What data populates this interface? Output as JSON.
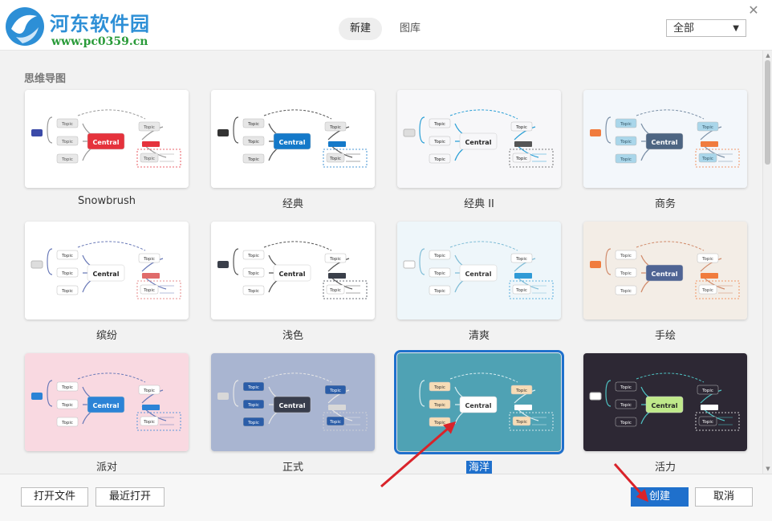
{
  "watermark": {
    "title": "河东软件园",
    "url": "www.pc0359.cn"
  },
  "header": {
    "tabs": [
      {
        "label": "新建",
        "active": true
      },
      {
        "label": "图库",
        "active": false
      }
    ],
    "filter": {
      "selected": "全部"
    }
  },
  "section": {
    "title": "思维导图"
  },
  "templates": [
    {
      "label": "Snowbrush",
      "selected": false
    },
    {
      "label": "经典",
      "selected": false
    },
    {
      "label": "经典 II",
      "selected": false
    },
    {
      "label": "商务",
      "selected": false
    },
    {
      "label": "缤纷",
      "selected": false
    },
    {
      "label": "浅色",
      "selected": false
    },
    {
      "label": "清爽",
      "selected": false
    },
    {
      "label": "手绘",
      "selected": false
    },
    {
      "label": "派对",
      "selected": false
    },
    {
      "label": "正式",
      "selected": false
    },
    {
      "label": "海洋",
      "selected": true
    },
    {
      "label": "活力",
      "selected": false
    }
  ],
  "thumb_text": {
    "central": "Central",
    "topic": "Topic"
  },
  "thumb_styles": [
    {
      "bg": "#ffffff",
      "central_fill": "#e5323c",
      "central_text": "#ffffff",
      "topic_fill": "#e8e8e8",
      "topic_text": "#555555",
      "line": "#999999",
      "accent": "#e5323c",
      "dot": "#3b4aa8"
    },
    {
      "bg": "#ffffff",
      "central_fill": "#1479c9",
      "central_text": "#ffffff",
      "topic_fill": "#e6e6e6",
      "topic_text": "#333333",
      "line": "#555555",
      "accent": "#1479c9",
      "dot": "#333333"
    },
    {
      "bg": "#f7f7f9",
      "central_fill": "#f7f7f9",
      "central_text": "#222222",
      "topic_fill": "#f7f7f9",
      "topic_text": "#222222",
      "line": "#2a9fd6",
      "accent": "#555555",
      "dot": "#dddddd"
    },
    {
      "bg": "#f3f7fb",
      "central_fill": "#4d6582",
      "central_text": "#ffffff",
      "topic_fill": "#a9d6ea",
      "topic_text": "#335566",
      "line": "#7a8fa6",
      "accent": "#f07c3e",
      "dot": "#f07c3e"
    },
    {
      "bg": "#ffffff",
      "central_fill": "#ffffff",
      "central_text": "#222222",
      "topic_fill": "#ffffff",
      "topic_text": "#333333",
      "line": "#6a7ab8",
      "accent": "#e06b6b",
      "dot": "#dddddd"
    },
    {
      "bg": "#ffffff",
      "central_fill": "#ffffff",
      "central_text": "#222222",
      "topic_fill": "#ffffff",
      "topic_text": "#333333",
      "line": "#555555",
      "accent": "#3a3f4a",
      "dot": "#3a3f4a"
    },
    {
      "bg": "#eef6fa",
      "central_fill": "#ffffff",
      "central_text": "#333333",
      "topic_fill": "#ffffff",
      "topic_text": "#333333",
      "line": "#7fbcd6",
      "accent": "#2f9ad6",
      "dot": "#ffffff"
    },
    {
      "bg": "#f3ede6",
      "central_fill": "#4f6494",
      "central_text": "#ffffff",
      "topic_fill": "#ffffff",
      "topic_text": "#444444",
      "line": "#d08a6a",
      "accent": "#f07c3e",
      "dot": "#f07c3e"
    },
    {
      "bg": "#f9d9e1",
      "central_fill": "#2c83d6",
      "central_text": "#ffffff",
      "topic_fill": "#ffffff",
      "topic_text": "#333333",
      "line": "#6a7ab8",
      "accent": "#2c83d6",
      "dot": "#2c83d6"
    },
    {
      "bg": "#a9b5d1",
      "central_fill": "#383d4c",
      "central_text": "#ffffff",
      "topic_fill": "#2b5da8",
      "topic_text": "#ffffff",
      "line": "#e6e6e6",
      "accent": "#d8d8d8",
      "dot": "#d8d8d8"
    },
    {
      "bg": "#4fa2b4",
      "central_fill": "#ffffff",
      "central_text": "#333333",
      "topic_fill": "#f6dcb6",
      "topic_text": "#333333",
      "line": "#d8eef2",
      "accent": "#ffffff",
      "dot": "#4fa2b4"
    },
    {
      "bg": "#2d2834",
      "central_fill": "#bfe98a",
      "central_text": "#222222",
      "topic_fill": "#2d2834",
      "topic_text": "#ffffff",
      "line": "#4ec3c3",
      "accent": "#ffffff",
      "dot": "#ffffff"
    }
  ],
  "footer": {
    "open_file": "打开文件",
    "recent": "最近打开",
    "create": "创建",
    "cancel": "取消"
  },
  "colors": {
    "primary": "#1f70cc",
    "annotation_arrow": "#d9232a"
  }
}
